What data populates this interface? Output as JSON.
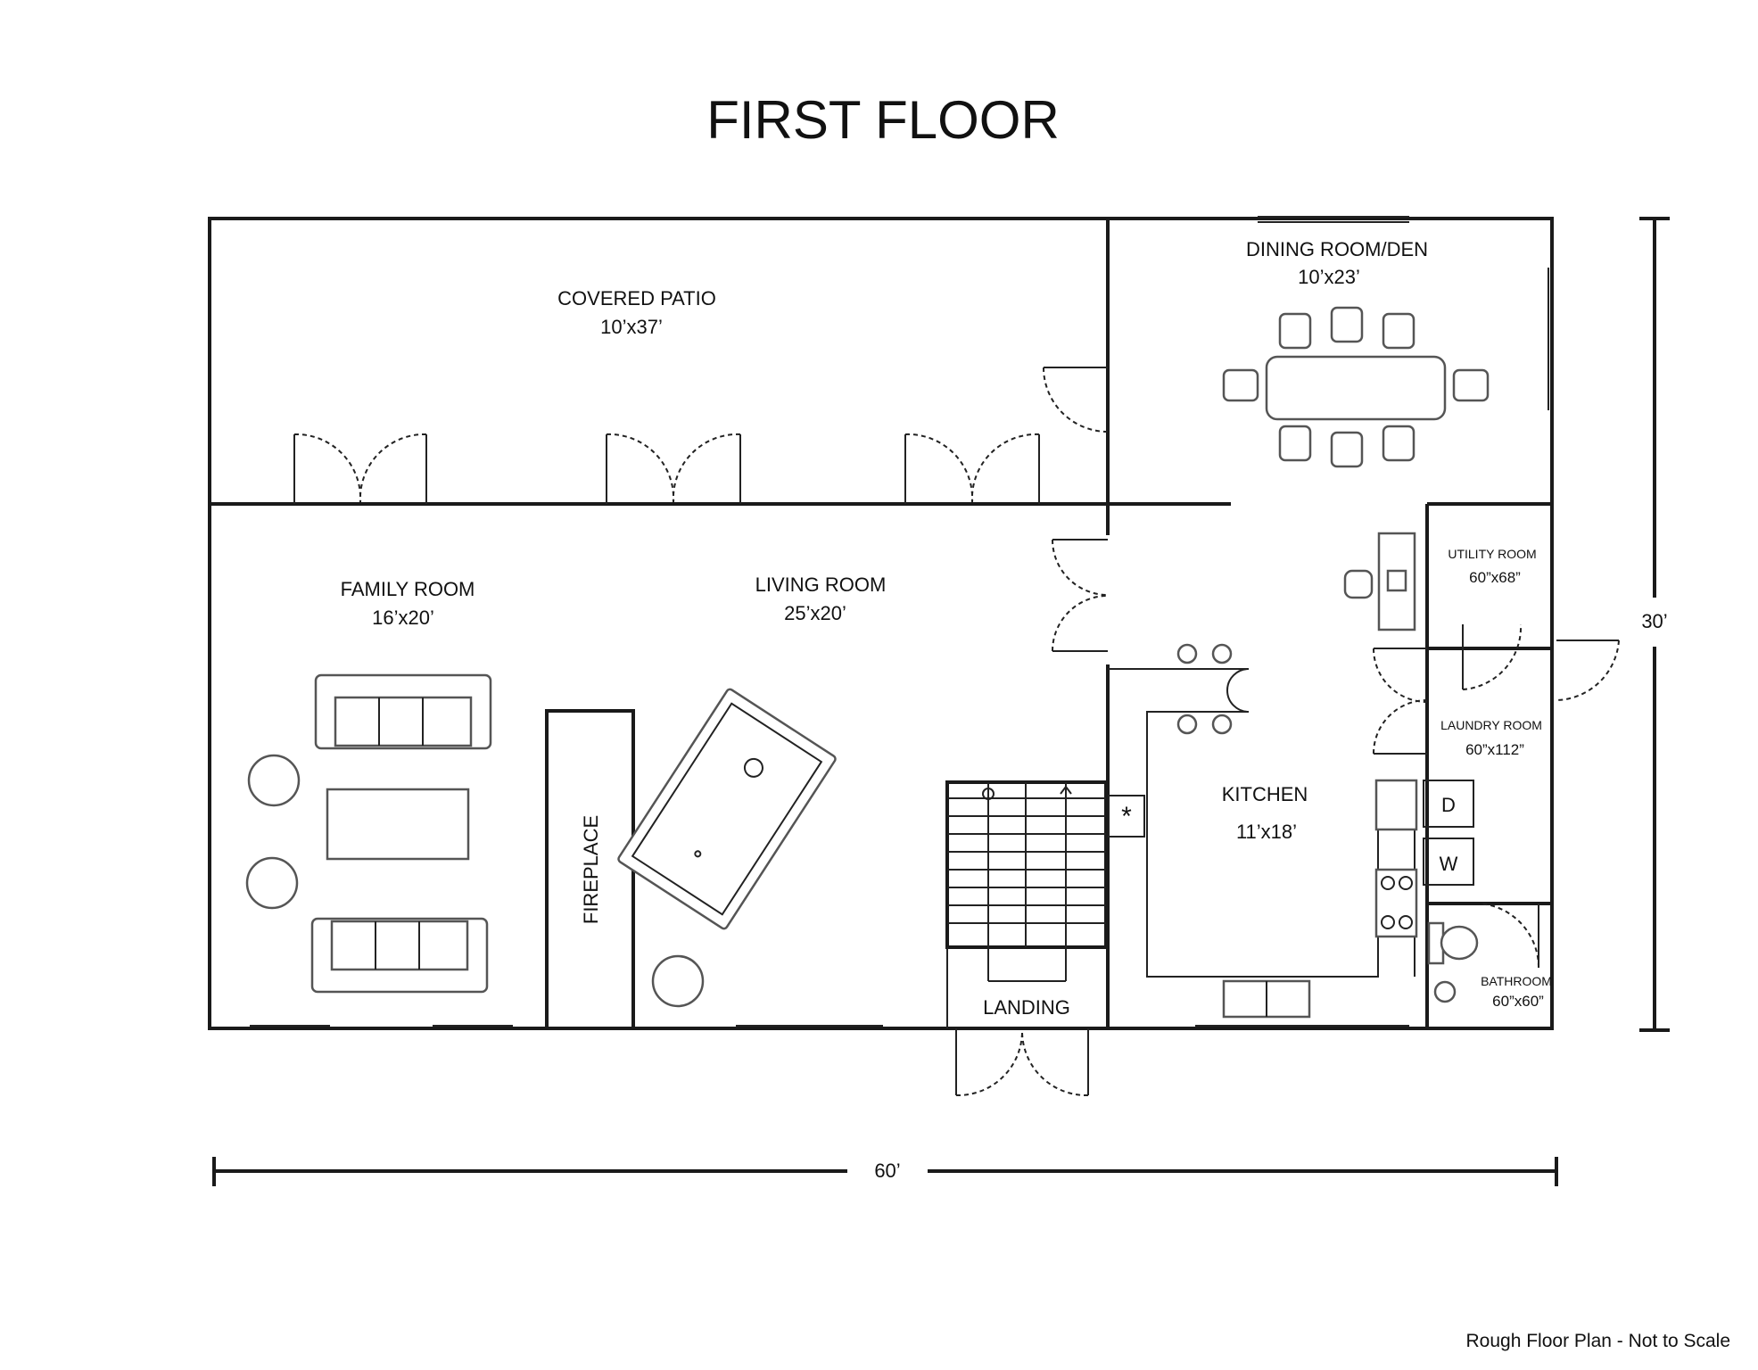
{
  "title": "FIRST FLOOR",
  "rooms": {
    "covered_patio": {
      "name": "COVERED PATIO",
      "dims": "10’x37’"
    },
    "dining_room": {
      "name": "DINING ROOM/DEN",
      "dims": "10’x23’"
    },
    "family_room": {
      "name": "FAMILY ROOM",
      "dims": "16’x20’"
    },
    "living_room": {
      "name": "LIVING ROOM",
      "dims": "25’x20’"
    },
    "kitchen": {
      "name": "KITCHEN",
      "dims": "11’x18’"
    },
    "utility_room": {
      "name": "UTILITY ROOM",
      "dims": "60”x68”"
    },
    "laundry_room": {
      "name": "LAUNDRY ROOM",
      "dims": "60”x112”"
    },
    "bathroom": {
      "name": "BATHROOM",
      "dims": "60”x60”"
    },
    "landing": {
      "name": "LANDING"
    }
  },
  "fixtures": {
    "fireplace": "FIREPLACE",
    "dryer": "D",
    "washer": "W",
    "asterisk": "*"
  },
  "dimensions": {
    "width": "60’",
    "depth": "30’"
  },
  "note": "Rough Floor Plan - Not to Scale"
}
